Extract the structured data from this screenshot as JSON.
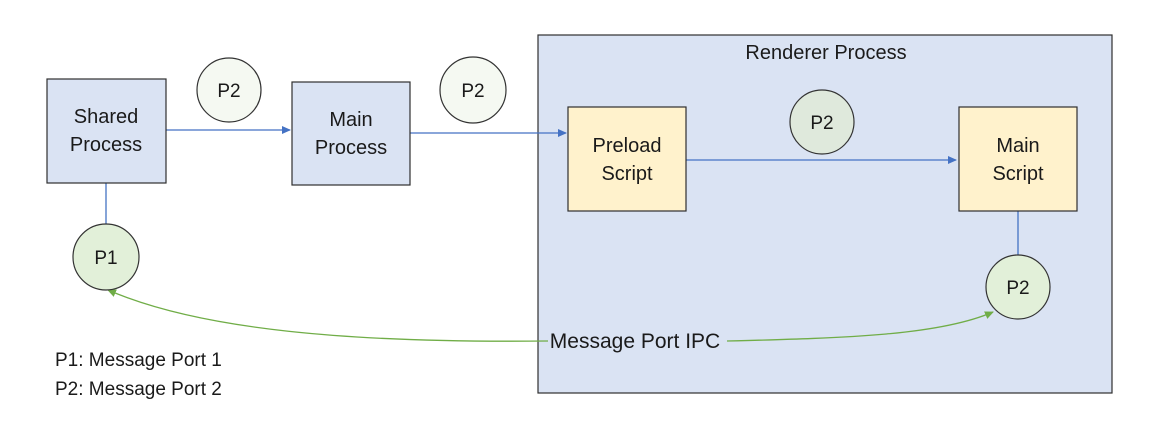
{
  "colors": {
    "process_fill": "#dae3f3",
    "process_stroke": "#2f2f2f",
    "script_fill": "#fff2cc",
    "arrow_blue": "#4472c4",
    "arrow_green": "#70ad47",
    "port_p1_fill": "#e2f0d9",
    "port_p2_fill": "#f5f9f2",
    "port_stroke": "#333333"
  },
  "renderer": {
    "title": "Renderer Process"
  },
  "boxes": {
    "shared_process": {
      "line1": "Shared",
      "line2": "Process"
    },
    "main_process": {
      "line1": "Main",
      "line2": "Process"
    },
    "preload_script": {
      "line1": "Preload",
      "line2": "Script"
    },
    "main_script": {
      "line1": "Main",
      "line2": "Script"
    }
  },
  "ports": {
    "p1_shared": "P1",
    "p2_shared_to_main": "P2",
    "p2_main_to_renderer": "P2",
    "p2_preload_to_main_script": "P2",
    "p2_main_script": "P2"
  },
  "ipc_label": "Message Port IPC",
  "legend": [
    "P1: Message Port 1",
    "P2: Message Port 2"
  ]
}
